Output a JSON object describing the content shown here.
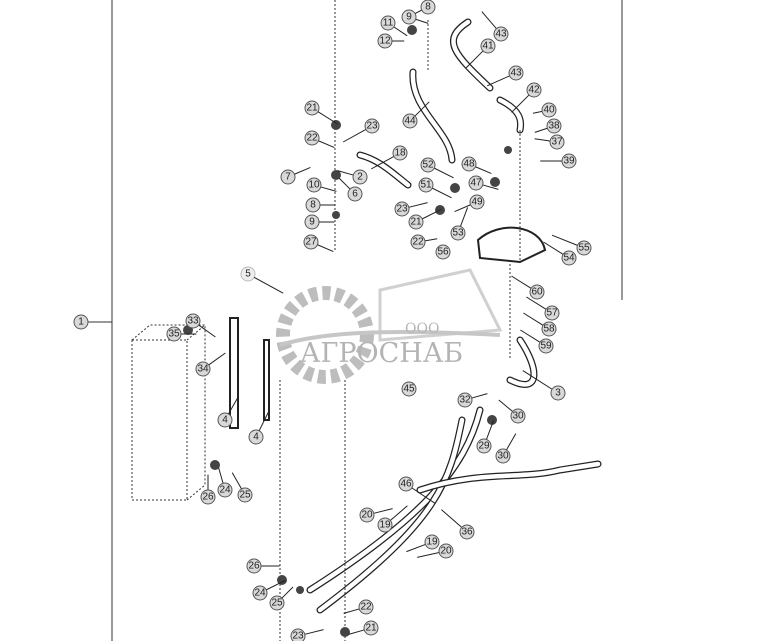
{
  "diagram": {
    "callouts": [
      "8",
      "9",
      "11",
      "12",
      "43",
      "41",
      "43",
      "42",
      "40",
      "38",
      "37",
      "39",
      "21",
      "23",
      "22",
      "18",
      "7",
      "2",
      "6",
      "10",
      "8",
      "9",
      "27",
      "44",
      "52",
      "48",
      "47",
      "51",
      "49",
      "23",
      "21",
      "53",
      "22",
      "56",
      "55",
      "54",
      "5",
      "60",
      "57",
      "58",
      "59",
      "33",
      "35",
      "34",
      "3",
      "45",
      "32",
      "30",
      "29",
      "30",
      "4",
      "4",
      "1",
      "26",
      "24",
      "25",
      "46",
      "20",
      "19",
      "36",
      "19",
      "20",
      "26",
      "24",
      "25",
      "22",
      "21",
      "23"
    ],
    "watermark": {
      "line1": "ООО",
      "line2": "АГРОСНАБ",
      "color": "#9a9a9a"
    },
    "colors": {
      "callout_fill": "#d9d9d9",
      "line": "#222222"
    }
  }
}
